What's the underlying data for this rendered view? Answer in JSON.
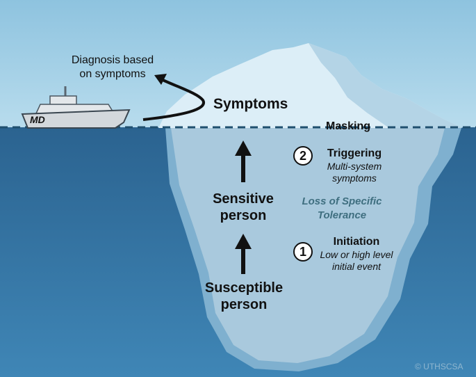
{
  "colors": {
    "sky_top": "#8ec3df",
    "sky_bottom": "#b8dced",
    "water_top": "#2b6390",
    "water_bottom": "#3f86b6",
    "ice_light": "#dceef7",
    "ice_shadow": "#b4d4e6",
    "ice_underwater": "#a9c9dd",
    "waterline_dash": "#1f4f6e",
    "label_teal": "#3f6f80"
  },
  "ship": {
    "label": "MD"
  },
  "diagnosis_label": {
    "line1": "Diagnosis based",
    "line2": "on symptoms"
  },
  "symptoms_label": "Symptoms",
  "masking_label": "Masking",
  "stages": [
    {
      "number": "2",
      "title": "Triggering",
      "subtitle_line1": "Multi-system",
      "subtitle_line2": "symptoms"
    },
    {
      "number": "1",
      "title": "Initiation",
      "subtitle_line1": "Low or high level",
      "subtitle_line2": "initial event"
    }
  ],
  "loss_label": {
    "line1": "Loss of Specific",
    "line2": "Tolerance"
  },
  "sensitive_label": {
    "line1": "Sensitive",
    "line2": "person"
  },
  "susceptible_label": {
    "line1": "Susceptible",
    "line2": "person"
  },
  "credit": "© UTHSCSA",
  "icons": [
    "ship-icon",
    "iceberg-icon",
    "up-arrow-icon",
    "curved-arrow-icon"
  ]
}
